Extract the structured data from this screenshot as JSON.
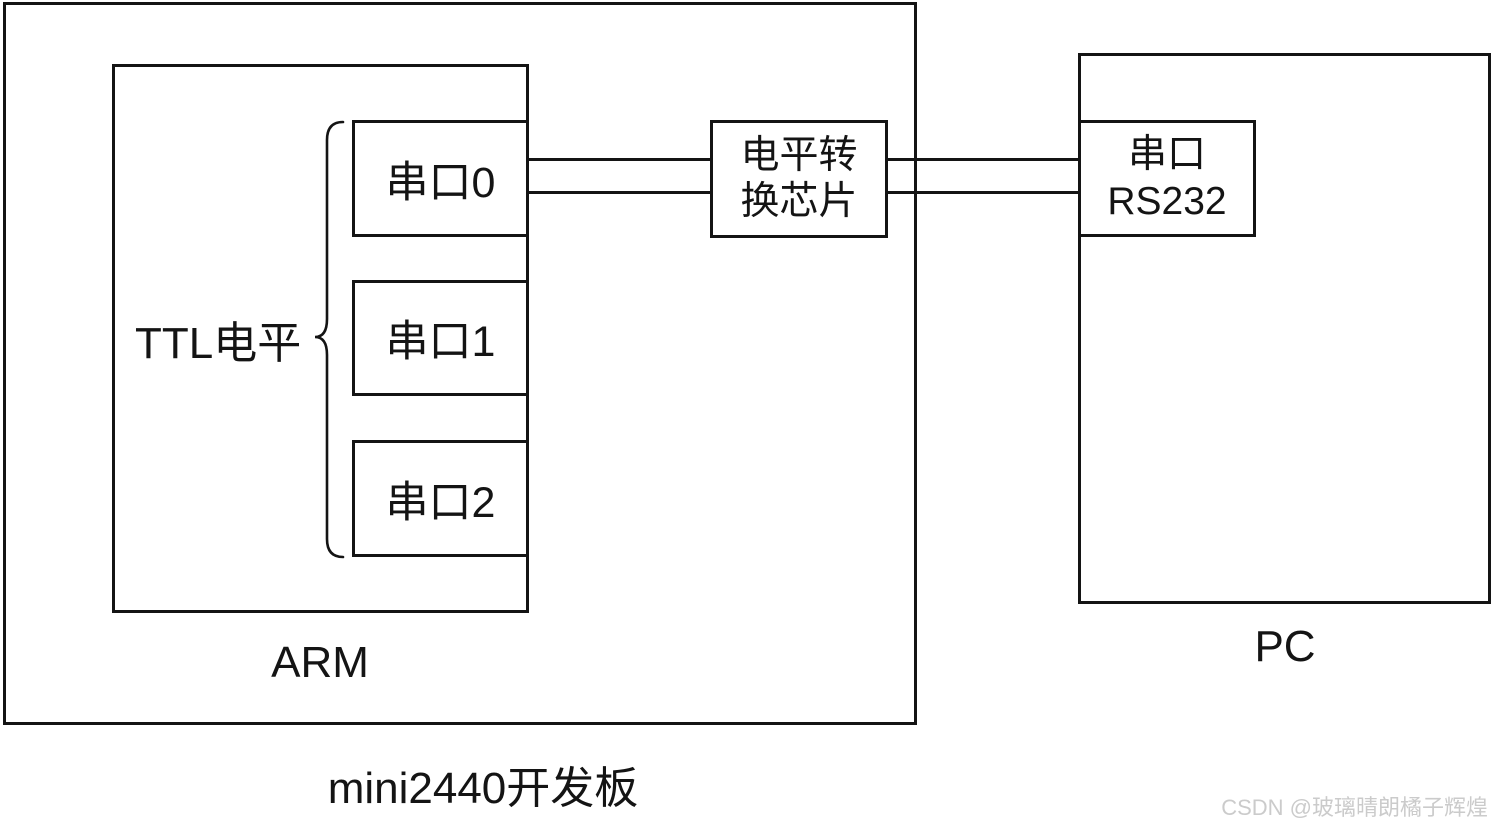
{
  "board": {
    "label": "mini2440开发板"
  },
  "arm": {
    "label": "ARM"
  },
  "ttl": {
    "label": "TTL电平"
  },
  "serial_ports": [
    {
      "label": "串口0"
    },
    {
      "label": "串口1"
    },
    {
      "label": "串口2"
    }
  ],
  "level_chip": {
    "line1": "电平转",
    "line2": "换芯片"
  },
  "pc": {
    "label": "PC"
  },
  "pc_serial": {
    "line1": "串口",
    "line2": "RS232"
  },
  "watermark": {
    "text": "CSDN @玻璃晴朗橘子辉煌"
  },
  "colors": {
    "line": "#141414",
    "background": "#ffffff",
    "watermark": "#cbcbcb"
  }
}
